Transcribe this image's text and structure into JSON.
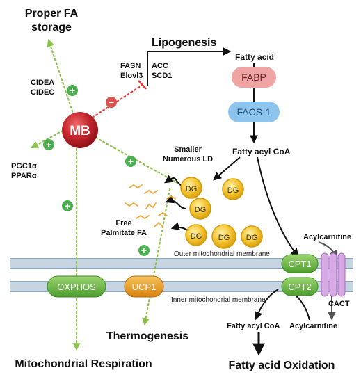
{
  "labels": {
    "proper_fa_storage_line1": "Proper FA",
    "proper_fa_storage_line2": "storage",
    "lipogenesis": "Lipogenesis",
    "fasn": "FASN",
    "elovl3": "Elovl3",
    "acc": "ACC",
    "scd1": "SCD1",
    "fatty_acid": "Fatty acid",
    "fabp": "FABP",
    "facs1": "FACS-1",
    "cidea": "CIDEA",
    "cidec": "CIDEC",
    "mb": "MB",
    "pgc1a": "PGC1α",
    "ppara": "PPARα",
    "fatty_acyl_coa_top": "Fatty acyl CoA",
    "smaller_ld_line1": "Smaller",
    "smaller_ld_line2": "Numerous LD",
    "dg": "DG",
    "free_fa_line1": "Free",
    "free_fa_line2": "Palmitate FA",
    "acylcarnitine_top": "Acylcarnitine",
    "outer_membrane": "Outer mitochondrial membrane",
    "inner_membrane": "Inner mitochondrial membrane",
    "cpt1": "CPT1",
    "cpt2": "CPT2",
    "oxphos": "OXPHOS",
    "ucp1": "UCP1",
    "cact": "CACT",
    "fatty_acyl_coa_bottom": "Fatty acyl CoA",
    "acylcarnitine_bottom": "Acylcarnitine",
    "thermogenesis": "Thermogenesis",
    "mito_respiration": "Mitochondrial Respiration",
    "fa_oxidation": "Fatty acid Oxidation",
    "plus": "+",
    "minus": "−"
  },
  "colors": {
    "mb_red": "#c4262e",
    "plus_green": "#4caf50",
    "minus_red": "#d9534f",
    "dotted_green": "#8bc34a",
    "dotted_red": "#e53935",
    "fabp_pink": "#f0a3a3",
    "facs_blue": "#8ec5ee",
    "membrane_blue": "#b9c9d9",
    "protein_green": "#6fbf4b",
    "ucp1_orange": "#e79a1e",
    "dg_yellow": "#f4c430",
    "transporter_purple": "#d7a9e3"
  },
  "icons": {
    "mb_node": "red-sphere",
    "plus": "plus-circle-icon",
    "minus": "minus-circle-icon",
    "droplet": "lipid-droplet-icon",
    "transporter": "membrane-transporter-icon"
  }
}
